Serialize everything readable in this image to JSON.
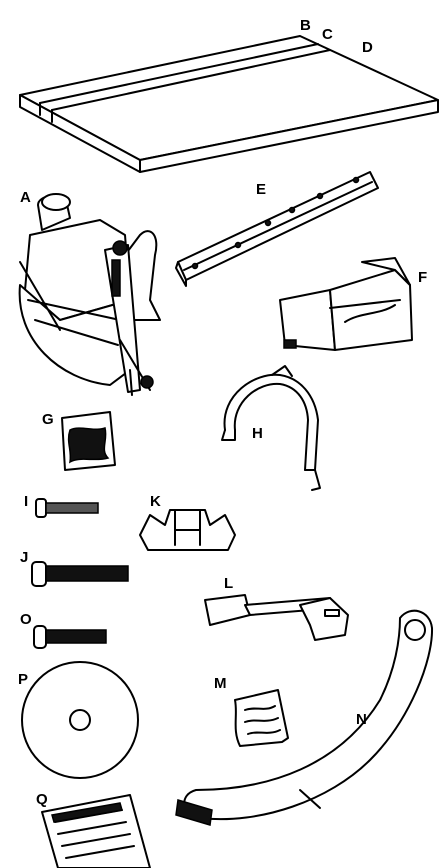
{
  "labels": {
    "A": "A",
    "B": "B",
    "C": "C",
    "D": "D",
    "E": "E",
    "F": "F",
    "G": "G",
    "H": "H",
    "I": "I",
    "J": "J",
    "K": "K",
    "L": "L",
    "M": "M",
    "N": "N",
    "O": "O",
    "P": "P",
    "Q": "Q"
  }
}
